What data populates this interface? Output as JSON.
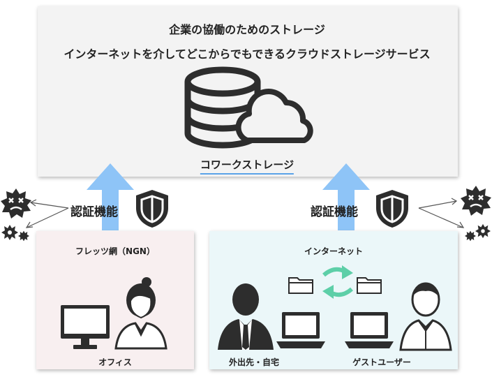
{
  "storage": {
    "title": "企業の協働のためのストレージ",
    "subtitle": "インターネットを介してどこからでもできるクラウドストレージサービス",
    "service_name": "コワークストレージ",
    "icon": "database-cloud-icon"
  },
  "auth": {
    "left_label": "認証機能",
    "right_label": "認証機能",
    "shield_icon": "shield-icon"
  },
  "office_panel": {
    "network_label": "フレッツ網（NGN）",
    "location_label": "オフィス"
  },
  "internet_panel": {
    "network_label": "インターネット",
    "remote_label": "外出先・自宅",
    "guest_label": "ゲストユーザー"
  },
  "colors": {
    "arrow_blue": "#8ec4f7",
    "icon_dark": "#2d2d2d",
    "sync_green": "#5dcfa8",
    "underline_blue": "#5aa2e8",
    "office_bg": "#f8eff0",
    "internet_bg": "#ebf7f9",
    "storage_bg": "#f3f3f3"
  }
}
